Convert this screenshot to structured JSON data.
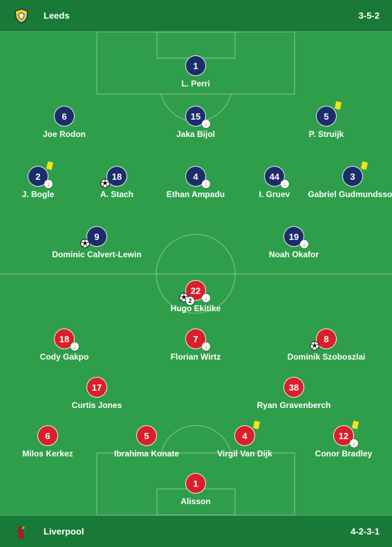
{
  "home": {
    "name": "Leeds",
    "formation": "3-5-2",
    "players": [
      {
        "number": "1",
        "name": "L. Perri"
      },
      {
        "number": "6",
        "name": "Joe Rodon"
      },
      {
        "number": "15",
        "name": "Jaka Bijol",
        "subbed_off": true
      },
      {
        "number": "5",
        "name": "P. Struijk",
        "yellow_card": true
      },
      {
        "number": "2",
        "name": "J. Bogle",
        "subbed_off": true,
        "yellow_card": true
      },
      {
        "number": "18",
        "name": "A. Stach",
        "goals": 1
      },
      {
        "number": "4",
        "name": "Ethan Ampadu",
        "subbed_off": true
      },
      {
        "number": "44",
        "name": "I. Gruev",
        "subbed_off": true
      },
      {
        "number": "3",
        "name": "Gabriel Gudmundsson",
        "yellow_card": true
      },
      {
        "number": "9",
        "name": "Dominic Calvert-Lewin",
        "goals": 1
      },
      {
        "number": "19",
        "name": "Noah Okafor",
        "subbed_off": true
      }
    ]
  },
  "away": {
    "name": "Liverpool",
    "formation": "4-2-3-1",
    "players": [
      {
        "number": "22",
        "name": "Hugo Ekitike",
        "subbed_off": true,
        "goals": 2,
        "goal_count_label": "2"
      },
      {
        "number": "18",
        "name": "Cody Gakpo",
        "subbed_off": true
      },
      {
        "number": "7",
        "name": "Florian Wirtz",
        "subbed_off": true
      },
      {
        "number": "8",
        "name": "Dominik Szoboszlai",
        "goals": 1
      },
      {
        "number": "17",
        "name": "Curtis Jones"
      },
      {
        "number": "38",
        "name": "Ryan Gravenberch"
      },
      {
        "number": "6",
        "name": "Milos Kerkez"
      },
      {
        "number": "5",
        "name": "Ibrahima Konate"
      },
      {
        "number": "4",
        "name": "Virgil Van Dijk",
        "yellow_card": true
      },
      {
        "number": "12",
        "name": "Conor Bradley",
        "subbed_off": true,
        "yellow_card": true
      },
      {
        "number": "1",
        "name": "Alisson"
      }
    ]
  },
  "icons": {
    "home_crest": "leeds-crest-icon",
    "away_crest": "liverpool-crest-icon",
    "sub": "substitution-arrow-icon",
    "card": "yellow-card-icon",
    "goal": "ball-icon"
  },
  "colors": {
    "pitch": "#2f9e4a",
    "bar": "#197a37",
    "home_player": "#1c2d6b",
    "away_player": "#d8202a",
    "yellow_card": "#f4e21c"
  }
}
